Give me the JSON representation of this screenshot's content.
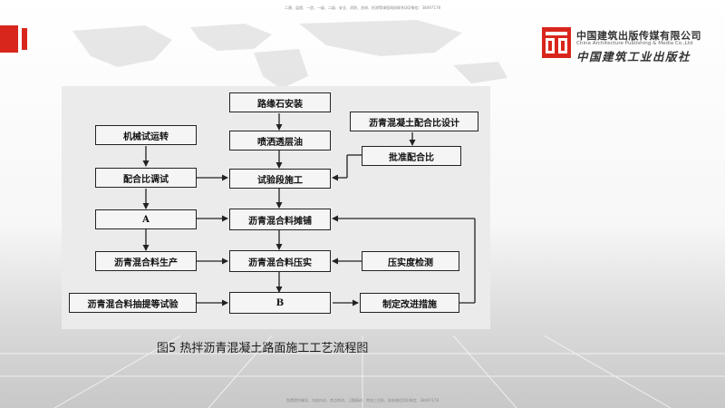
{
  "header": {
    "note": "二建、监理、一造、一级、二级、安全、消防、咨询、检测等课程网校联系QQ/微信：38497178"
  },
  "footer": {
    "note": "免费提供辅导、内部内训、考点串讲、习题精讲、考前三页纸，联系微信QQ/微信：38497178"
  },
  "publisher": {
    "name_cn": "中国建筑出版传媒有限公司",
    "name_en": "China Architecture Publishing & Media Co.,Ltd",
    "name_calligraphy": "中国建筑工业出版社"
  },
  "diagram": {
    "nodes": {
      "curb": "路缘石安装",
      "machine_test": "机械试运转",
      "prime_coat": "喷洒透层油",
      "mix_design": "沥青混凝土配合比设计",
      "approve_mix": "批准配合比",
      "mix_adjust": "配合比调试",
      "trial_section": "试验段施工",
      "a": "A",
      "paving": "沥青混合料摊铺",
      "production": "沥青混合料生产",
      "compaction": "沥青混合料压实",
      "density_test": "压实度检测",
      "sampling": "沥青混合料抽提等试验",
      "b": "B",
      "improvement": "制定改进措施"
    }
  },
  "caption": "图5 热拌沥青混凝土路面施工工艺流程图",
  "colors": {
    "accent_red": "#d9261c",
    "figure_bg": "#ebebeb",
    "box_border": "#222222"
  }
}
